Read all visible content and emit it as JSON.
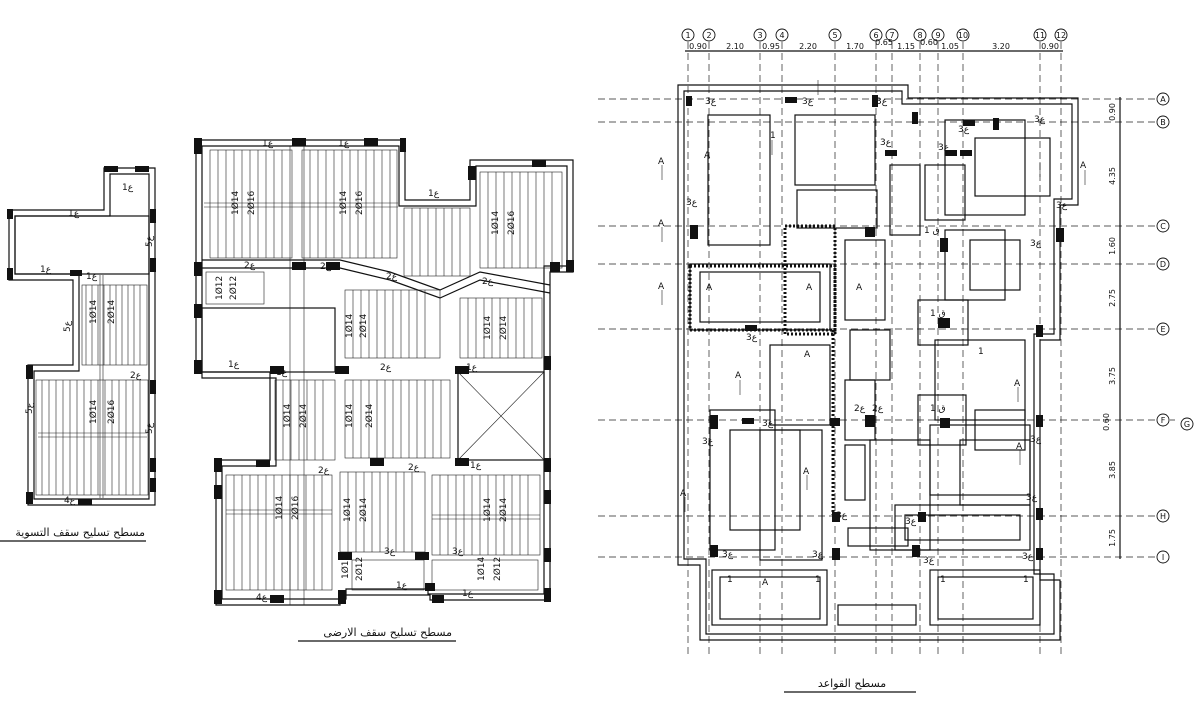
{
  "titles": {
    "roof_plan": "مسطح تسليح سقف التسوية",
    "ground_plan": "مسطح تسليح سقف الارضى",
    "foundation_plan": "مسطح القواعد"
  },
  "grid_columns": [
    "1",
    "2",
    "3",
    "4",
    "5",
    "6",
    "7",
    "8",
    "9",
    "10",
    "11",
    "12"
  ],
  "grid_column_dims": [
    "0.90",
    "2.10",
    "0.95",
    "2.20",
    "1.70",
    "0.65",
    "1.15",
    "0.60",
    "1.05",
    "3.20",
    "0.90"
  ],
  "grid_rows": [
    "A",
    "B",
    "C",
    "D",
    "E",
    "F",
    "G",
    "H",
    "I"
  ],
  "grid_row_dims": [
    "0.90",
    "4.35",
    "1.60",
    "2.75",
    "3.75",
    "0.60",
    "3.85",
    "1.75"
  ],
  "slab_labels": {
    "beam_1": "1ع",
    "beam_2": "2ع",
    "beam_3": "3ع",
    "beam_4": "4ع",
    "beam_5": "5ع",
    "bar_d14": "1Ø14",
    "bar_2d14": "2Ø14",
    "bar_2d16": "2Ø16",
    "bar_2d12": "2Ø12",
    "bar_1d12": "1Ø12"
  },
  "footing_labels": {
    "section_mark": "A",
    "footing_1": "1",
    "footing_3": "3ع",
    "footing_q1": "ق 1",
    "tie_2": "2ع"
  }
}
